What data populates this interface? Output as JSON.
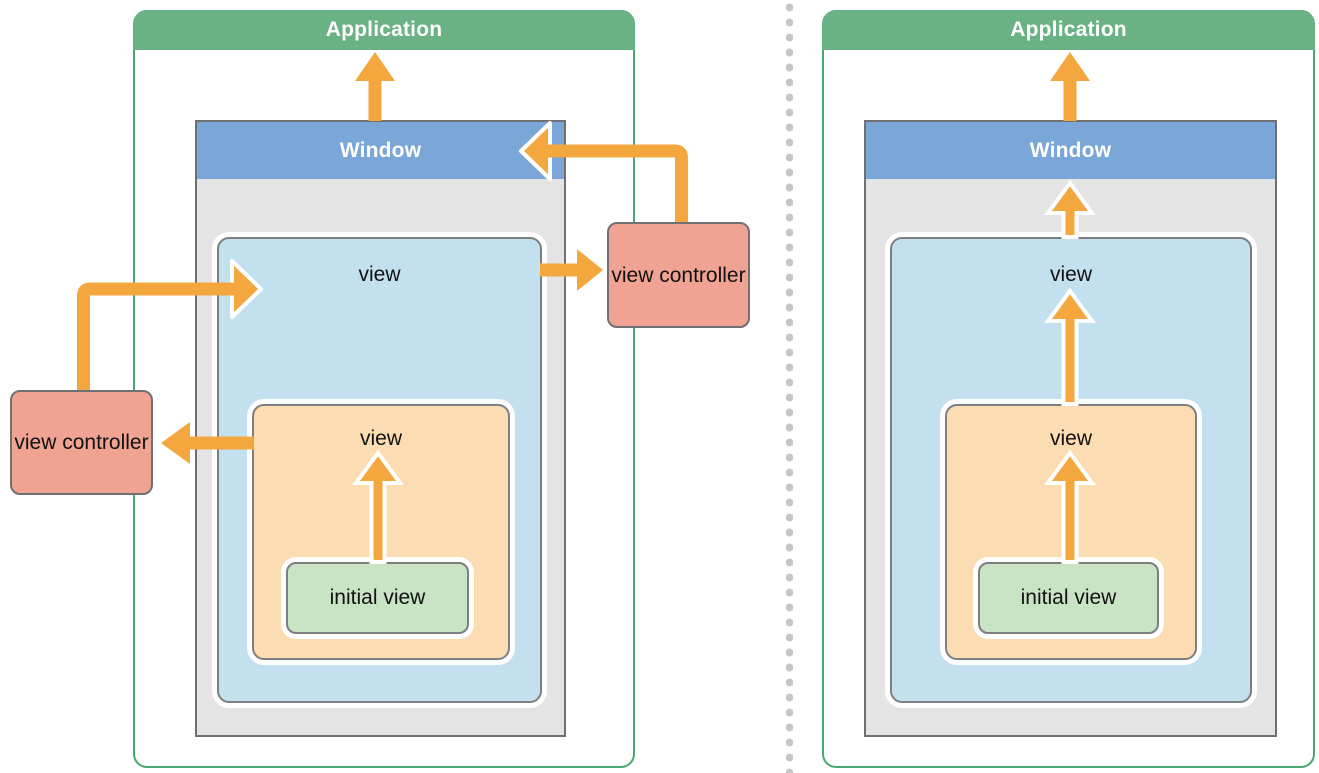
{
  "left_diagram": {
    "application_label": "Application",
    "window_label": "Window",
    "view_label": "view",
    "subview_label": "view",
    "initial_view_label": "initial view",
    "left_view_controller_label": "view controller",
    "right_view_controller_label": "view controller"
  },
  "right_diagram": {
    "application_label": "Application",
    "window_label": "Window",
    "view_label": "view",
    "subview_label": "view",
    "initial_view_label": "initial view"
  },
  "colors": {
    "application_green": "#6ab283",
    "application_border_green": "#4aa873",
    "window_blue": "#7ba6d8",
    "window_gray": "#e4e4e5",
    "window_border": "#707070",
    "view_blue": "#c2e0ee",
    "view_orange": "#fcdcb3",
    "initial_view_green": "#c9e4c4",
    "controller_pink": "#f0a393",
    "box_border_gray": "#7d7e80",
    "arrow_orange": "#f4a73f",
    "divider_dot_gray": "#c6c6c6"
  }
}
